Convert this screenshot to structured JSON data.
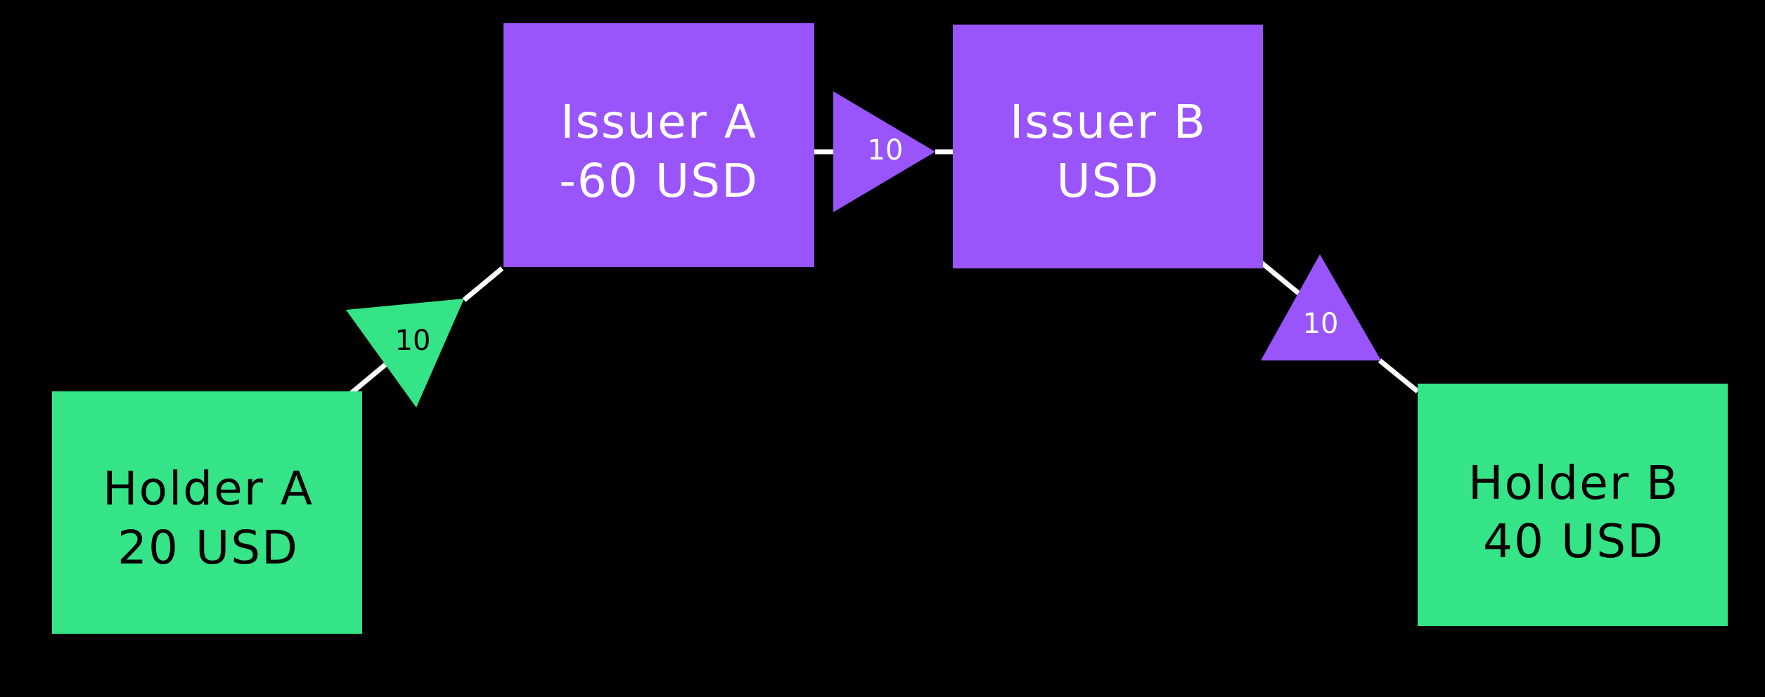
{
  "colors": {
    "background": "#000000",
    "holder": "#35e486",
    "issuer": "#9a54fb",
    "holder_text": "#000000",
    "issuer_text": "#ffffff",
    "connector": "#ffffff"
  },
  "nodes": {
    "holder_a": {
      "name": "Holder A",
      "balance": "20 USD"
    },
    "issuer_a": {
      "name": "Issuer A",
      "balance": "-60 USD"
    },
    "issuer_b": {
      "name": "Issuer B",
      "balance": "USD"
    },
    "holder_b": {
      "name": "Holder B",
      "balance": "40 USD"
    }
  },
  "edges": {
    "holder_a_to_issuer_a": {
      "amount": "10"
    },
    "issuer_a_to_issuer_b": {
      "amount": "10"
    },
    "issuer_b_to_holder_b": {
      "amount": "10"
    }
  }
}
